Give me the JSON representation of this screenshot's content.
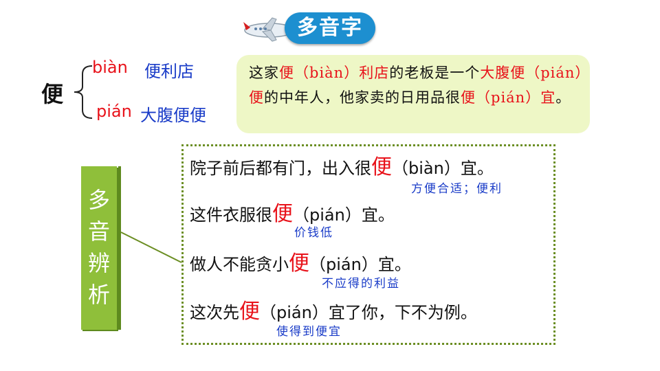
{
  "title": "多音字",
  "char": "便",
  "readings": [
    {
      "pinyin": "biàn",
      "word": "便利店"
    },
    {
      "pinyin": "pián",
      "word": "大腹便便"
    }
  ],
  "example": {
    "p1": "这家",
    "p2": "便（biàn）利店",
    "p3": "的老板是一个",
    "p4": "大腹便",
    "p5": "（pián）便",
    "p6": "的中年人，他家卖的日用品很",
    "p7": "便（pián）宜",
    "p8": "。"
  },
  "label": [
    "多",
    "音",
    "辨",
    "析"
  ],
  "sentences": [
    {
      "before": "院子前后都有门，出入很",
      "char": "便",
      "after": "（biàn）宜。",
      "note": "方便合适；便利"
    },
    {
      "before": "这件衣服很",
      "char": "便",
      "after": "（pián）宜。",
      "note": "价钱低"
    },
    {
      "before": "做人不能贪小",
      "char": "便",
      "after": "（pián）宜。",
      "note": "不应得的利益"
    },
    {
      "before": "这次先",
      "char": "便",
      "after": "（pián）宜了你，下不为例。",
      "note": "使得到便宜"
    }
  ],
  "colors": {
    "accent_red": "#e8121a",
    "accent_blue": "#1a3cc8",
    "badge": "#1d8fd0",
    "label_green": "#8fbf3a",
    "box_bg": "#eef7c6"
  }
}
